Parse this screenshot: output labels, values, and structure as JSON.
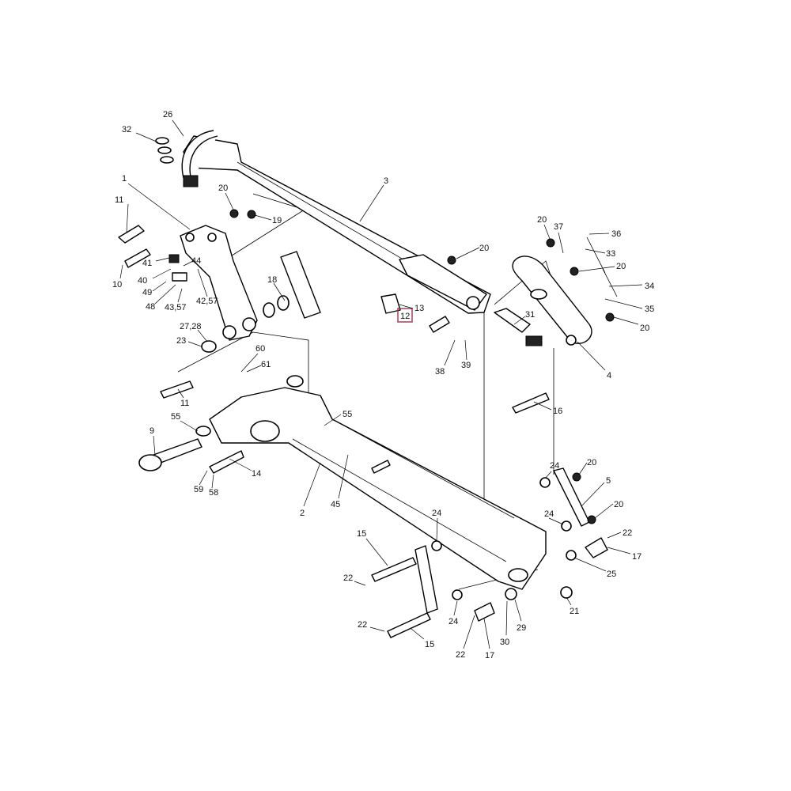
{
  "callouts": {
    "c26": "26",
    "c32": "32",
    "c1": "1",
    "c3": "3",
    "c20a": "20",
    "c19": "19",
    "c11a": "11",
    "c41": "41",
    "c44": "44",
    "c40": "40",
    "c49": "49",
    "c10": "10",
    "c48": "48",
    "c4357": "43,57",
    "c18": "18",
    "c4257": "42,57",
    "c2728": "27,28",
    "c23": "23",
    "c20b": "20",
    "c37": "37",
    "c36": "36",
    "c33": "33",
    "c20c": "20",
    "c34": "34",
    "c35": "35",
    "c20d": "20",
    "c20e": "20",
    "c13": "13",
    "c12": "12",
    "c31": "31",
    "c38": "38",
    "c39": "39",
    "c4": "4",
    "c60": "60",
    "c61": "61",
    "c11b": "11",
    "c16": "16",
    "c55a": "55",
    "c55b": "55",
    "c9": "9",
    "c14": "14",
    "c59": "59",
    "c58": "58",
    "c2": "2",
    "c45": "45",
    "c24a": "24",
    "c20f": "20",
    "c5": "5",
    "c20g": "20",
    "c24b": "24",
    "c22a": "22",
    "c17a": "17",
    "c24c": "24",
    "c15a": "15",
    "c25": "25",
    "c21": "21",
    "c22b": "22",
    "c24d": "24",
    "c29": "29",
    "c30": "30",
    "c22c": "22",
    "c15b": "15",
    "c22d": "22",
    "c17b": "17"
  },
  "colors": {
    "highlight_box": "#a0334d"
  }
}
